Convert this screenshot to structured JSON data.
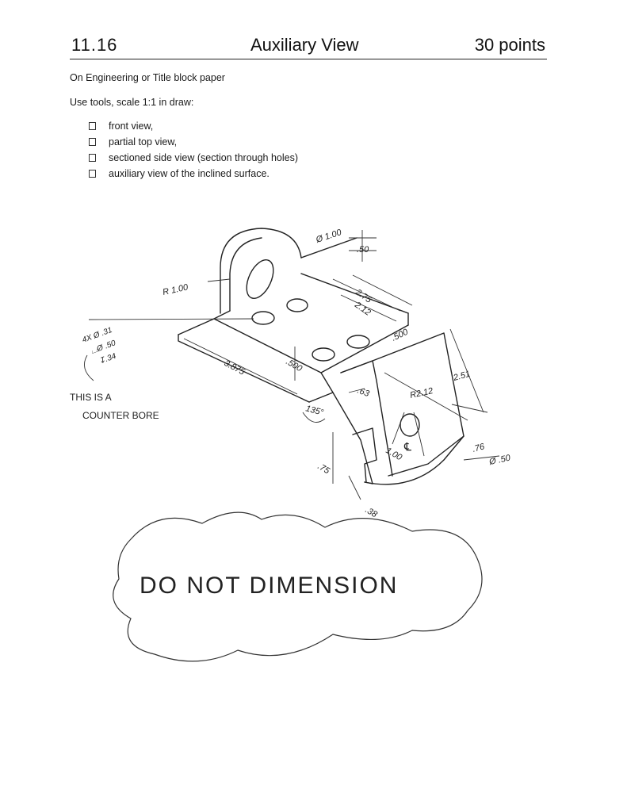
{
  "header": {
    "problem_number": "11.16",
    "title": "Auxiliary View",
    "points": "30 points"
  },
  "instructions": {
    "line1": "On Engineering or Title block paper",
    "line2": "Use tools, scale 1:1 in draw:",
    "checklist": [
      "front view,",
      "partial top view,",
      "sectioned side view (section through holes)",
      "auxiliary view of the inclined surface."
    ]
  },
  "drawing": {
    "dimensions": {
      "boss_diameter": "Ø 1.00",
      "boss_offset": ".50",
      "radius_boss": "R 1.00",
      "hole_spacing_1": "2.75",
      "hole_spacing_2": "2.12",
      "edge_offset": ".500",
      "thickness": ".500",
      "length": "3.875",
      "angle": "135°",
      "incline_offset": ".63",
      "radius_lower": "R2.12",
      "incline_width": "2.51",
      "hole_center": "1.00",
      "hole_offset": ".76",
      "hole_diameter": "Ø .50",
      "notch_height": ".75",
      "notch_depth": ".38"
    },
    "callout": [
      "4X Ø .31",
      "⌴Ø .50",
      "↧.34"
    ],
    "note": [
      "THIS IS A",
      "COUNTER BORE"
    ],
    "centerline_symbol": "℄",
    "stamp": "DO NOT DIMENSION"
  }
}
